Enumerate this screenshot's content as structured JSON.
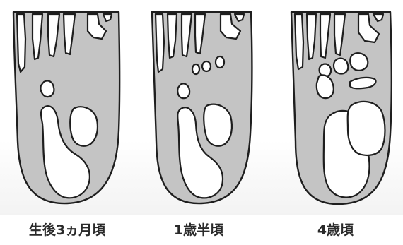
{
  "figure": {
    "panels": [
      {
        "caption": "生後3ヵ月頃"
      },
      {
        "caption": "1歳半頃"
      },
      {
        "caption": "4歳頃"
      }
    ],
    "colors": {
      "bone_outline": "#1e1e1e",
      "soft_tissue": "#c4c4c4",
      "ossified_bone": "#ffffff"
    }
  }
}
